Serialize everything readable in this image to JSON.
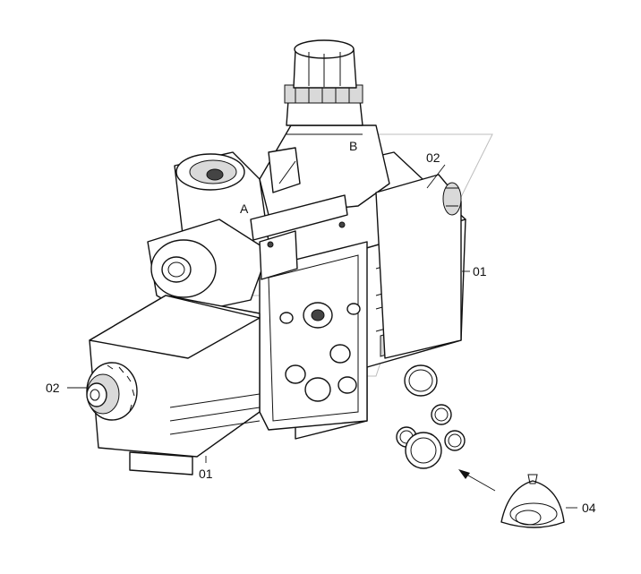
{
  "diagram": {
    "ports": {
      "a": "A",
      "b": "B"
    },
    "callouts": [
      {
        "id": "solenoid-top-nut",
        "label": "02"
      },
      {
        "id": "solenoid-top-coil",
        "label": "01"
      },
      {
        "id": "solenoid-left-nut",
        "label": "02"
      },
      {
        "id": "solenoid-left-coil",
        "label": "01"
      },
      {
        "id": "seal-kit",
        "label": "04"
      }
    ]
  }
}
